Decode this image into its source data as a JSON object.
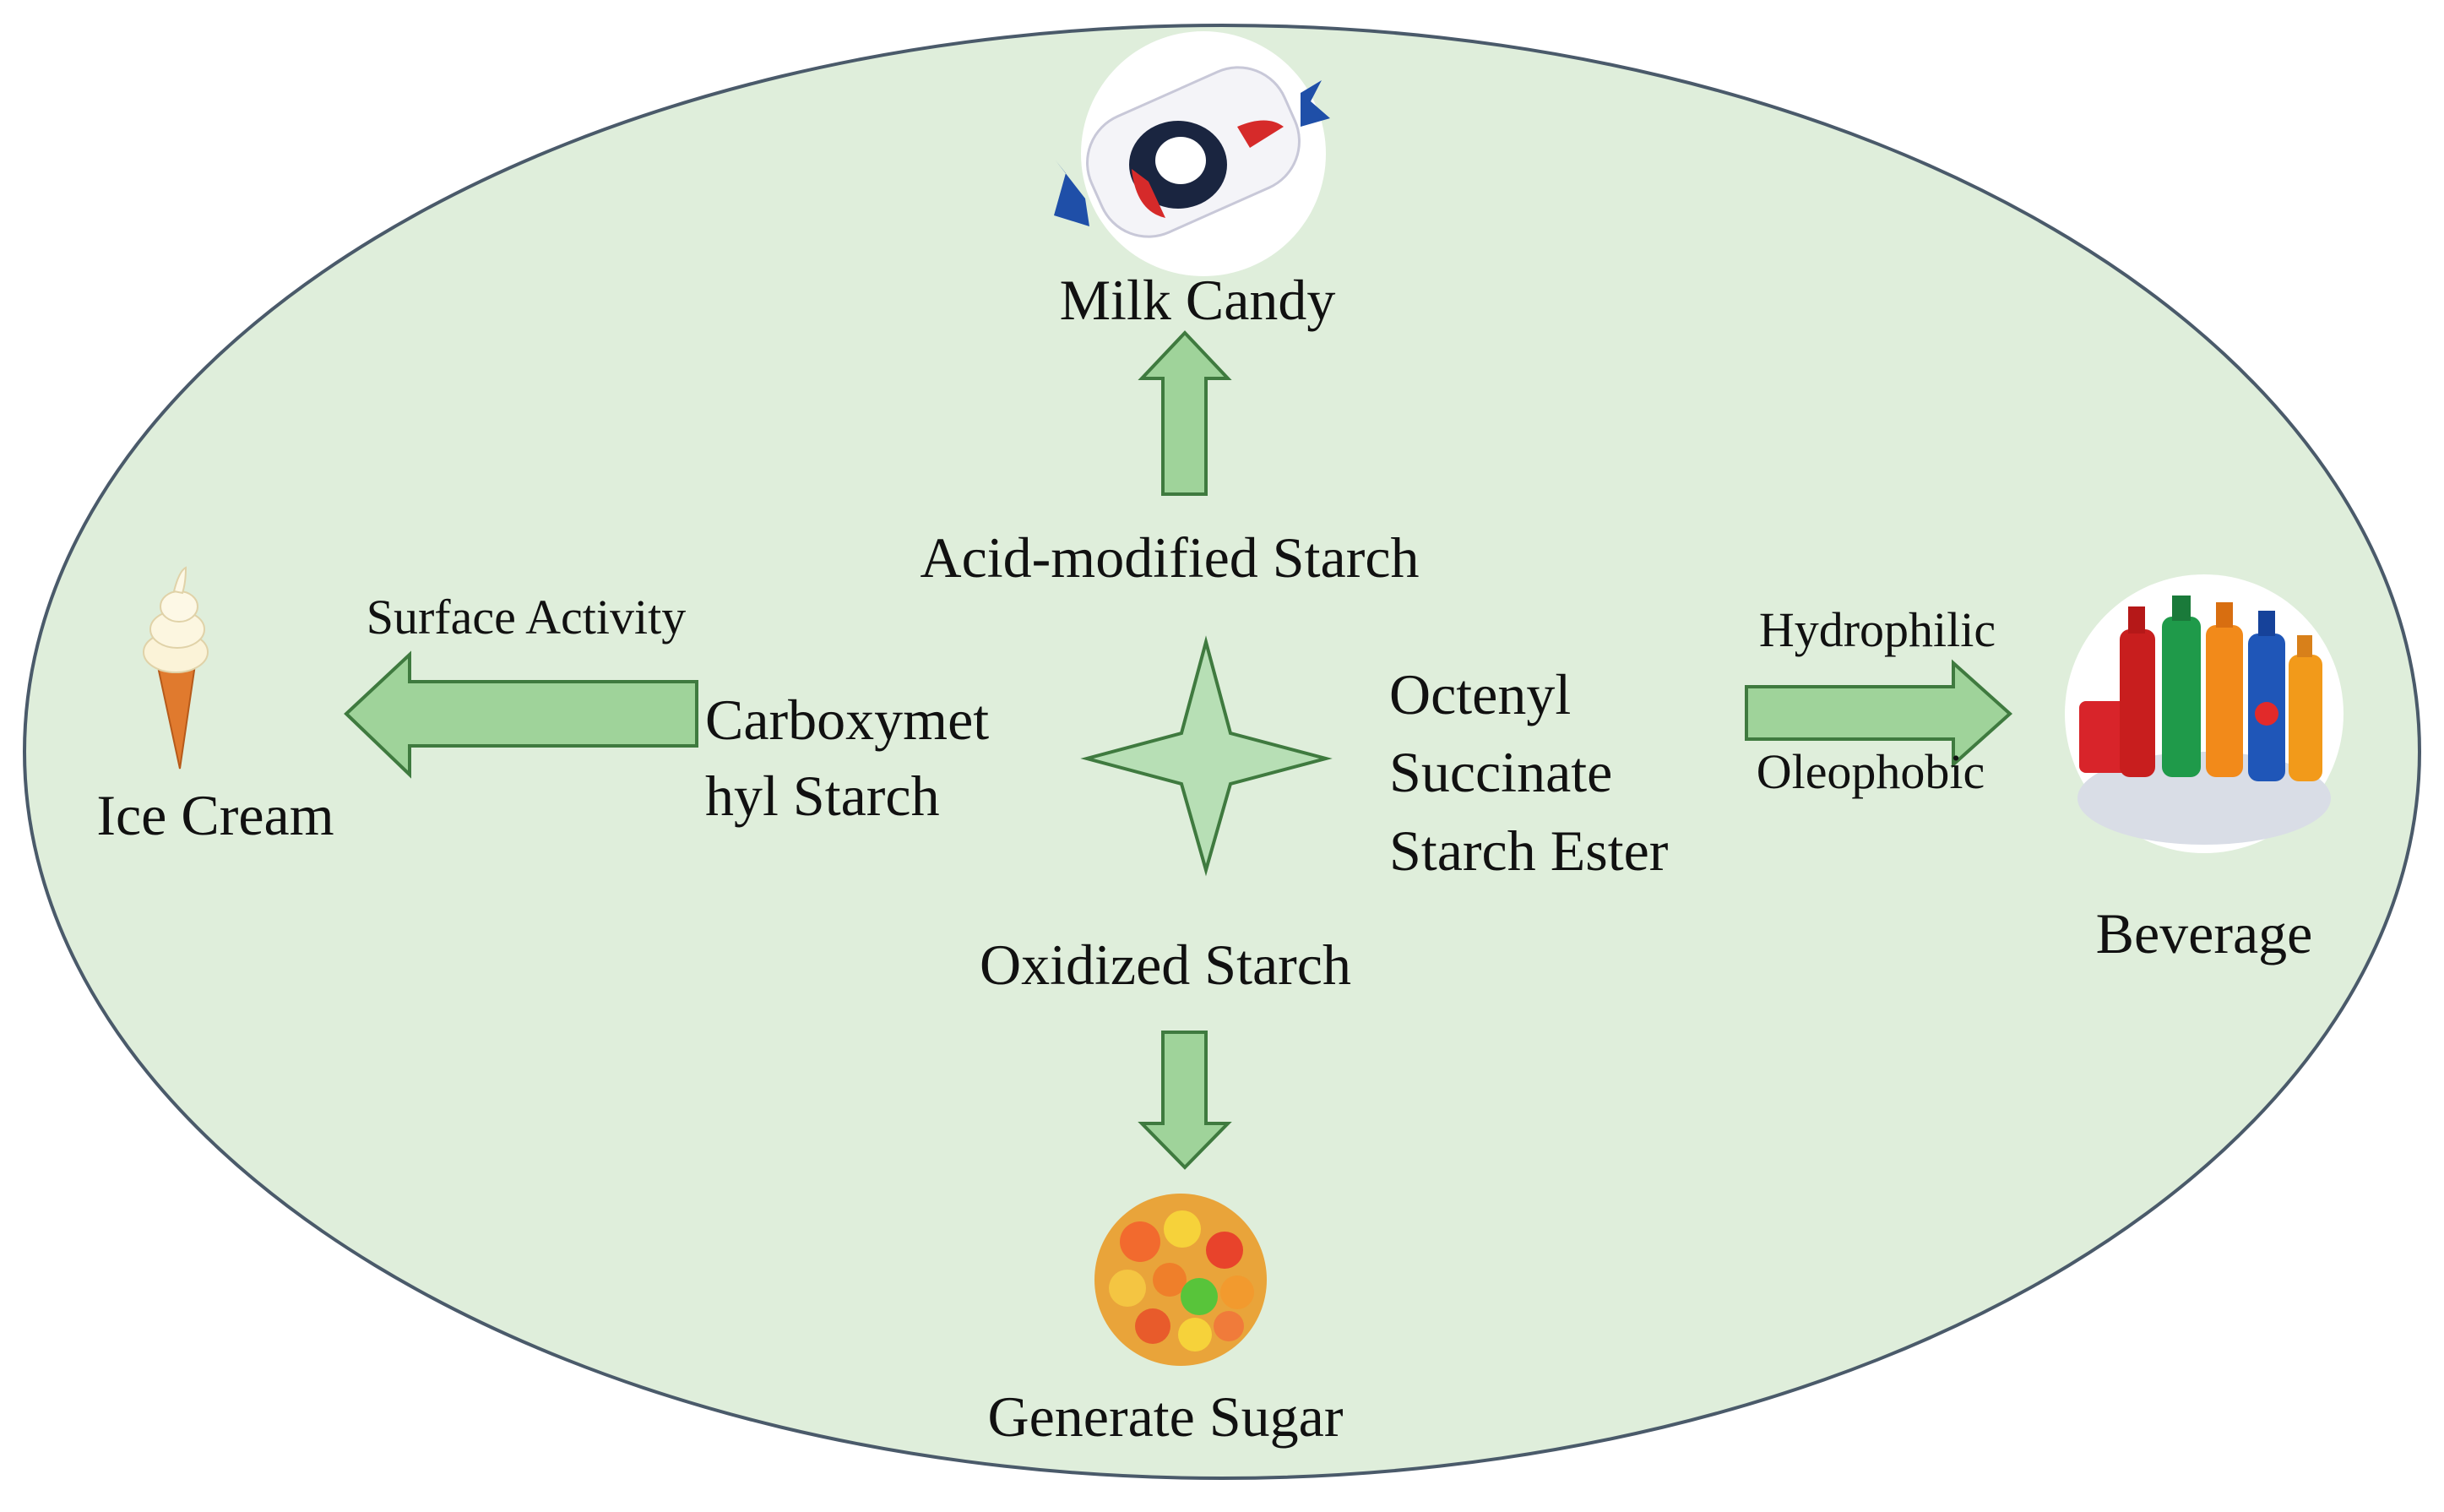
{
  "colors": {
    "ellipse_fill": "#dfeedb",
    "ellipse_stroke": "#4a5a6a",
    "arrow_fill": "#9fd39a",
    "arrow_stroke": "#3f7a3f",
    "star_fill": "#b7dfb5",
    "star_stroke": "#3f7a3f"
  },
  "center": {
    "top": "Acid-modified Starch",
    "bottom": "Oxidized Starch",
    "left_line1": "Carboxymet",
    "left_line2": "hyl Starch",
    "right_line1": "Octenyl",
    "right_line2": "Succinate",
    "right_line3": "Starch Ester"
  },
  "products": {
    "top": "Milk Candy",
    "bottom": "Generate Sugar",
    "left": "Ice Cream",
    "right": "Beverage"
  },
  "properties": {
    "left": "Surface Activity",
    "right_top": "Hydrophilic",
    "right_bottom": "Oleophobic"
  },
  "icons": {
    "top": "milk-candy-icon",
    "bottom": "gummy-candy-icon",
    "left": "ice-cream-cone-icon",
    "right": "beverage-bottles-icon"
  }
}
